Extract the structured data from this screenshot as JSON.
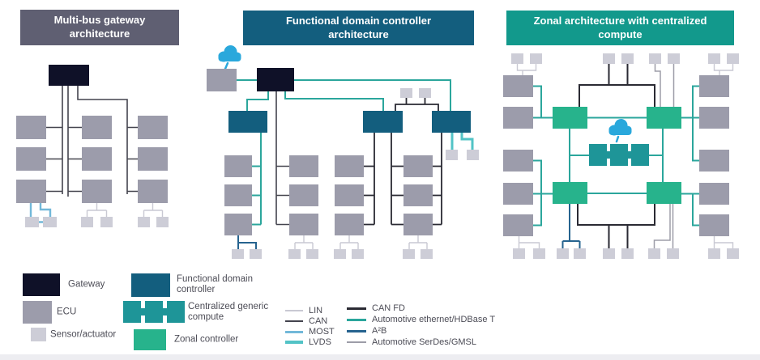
{
  "diagrams": [
    {
      "title": "Multi-bus gateway architecture"
    },
    {
      "title": "Functional domain controller architecture"
    },
    {
      "title": "Zonal architecture with centralized compute"
    }
  ],
  "legend": {
    "boxes": [
      {
        "key": "gateway",
        "label": "Gateway"
      },
      {
        "key": "ecu",
        "label": "ECU"
      },
      {
        "key": "sensor",
        "label": "Sensor/actuator"
      },
      {
        "key": "fdc",
        "label": "Functional domain controller"
      },
      {
        "key": "compute",
        "label": "Centralized generic compute"
      },
      {
        "key": "zonal",
        "label": "Zonal controller"
      }
    ],
    "lines": [
      {
        "key": "lin",
        "label": "LIN"
      },
      {
        "key": "can",
        "label": "CAN"
      },
      {
        "key": "most",
        "label": "MOST"
      },
      {
        "key": "lvds",
        "label": "LVDS"
      },
      {
        "key": "canfd",
        "label": "CAN FD"
      },
      {
        "key": "eth",
        "label": "Automotive ethernet/HDBase T"
      },
      {
        "key": "a2b",
        "label": "A²B"
      },
      {
        "key": "serdes",
        "label": "Automotive SerDes/GMSL"
      }
    ]
  },
  "colors": {
    "hdr1": "#5f5f72",
    "hdr2": "#135e7e",
    "hdr3": "#12998c",
    "gateway": "#0f1128",
    "ecu": "#9c9cab",
    "sensor": "#cdcdd7",
    "fdc": "#135e7e",
    "compute": "#1e9598",
    "zonal": "#27b38c",
    "cloud": "#2aa8dc",
    "lin": "#c9c9d3",
    "can": "#44444e",
    "most": "#72b8d9",
    "lvds": "#52c3c6",
    "canfd": "#2a2a33",
    "eth": "#2ba69c",
    "a2b": "#26638f",
    "serdes": "#9d9da8",
    "text": "#4c4c56",
    "strip": "#ededf1"
  }
}
